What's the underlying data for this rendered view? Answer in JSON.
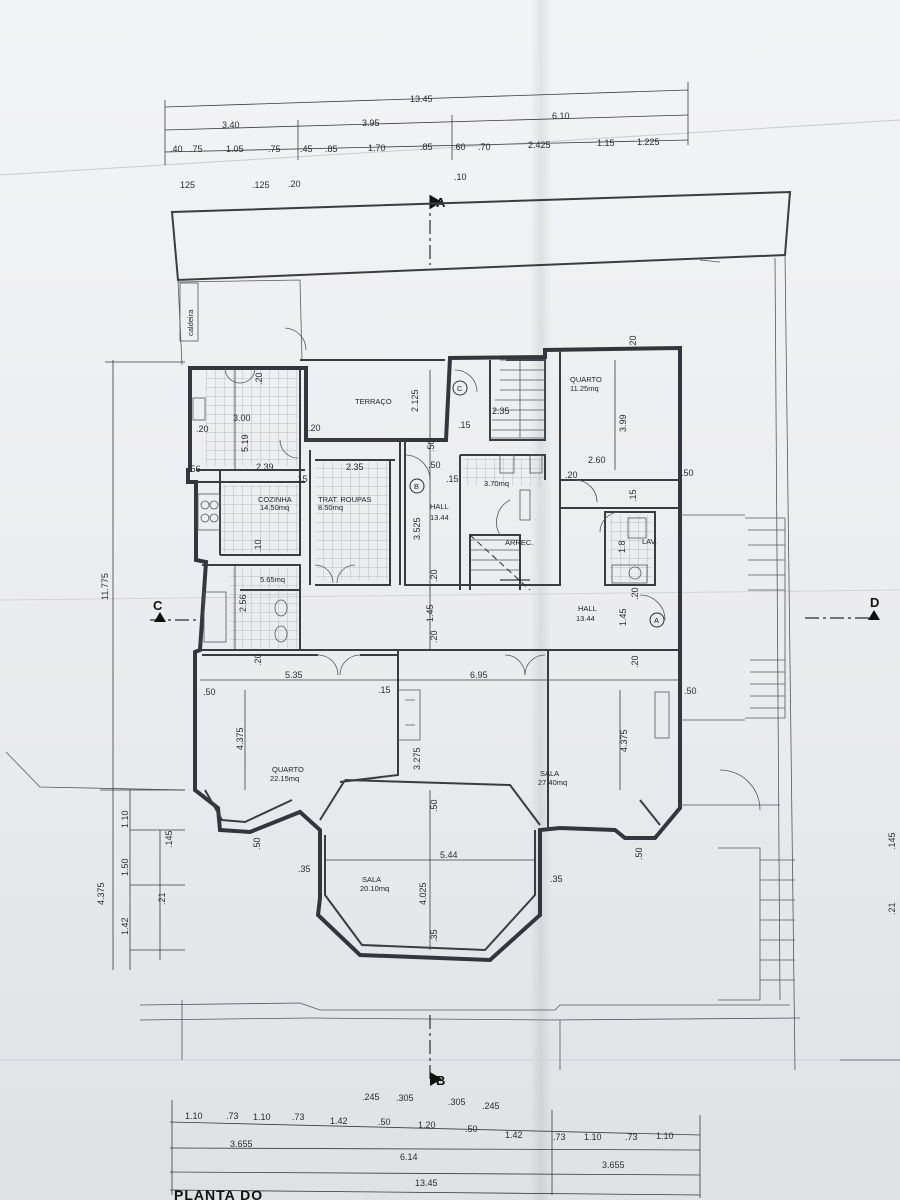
{
  "title": "PLANTA DO",
  "sections": {
    "a": "A",
    "b": "B",
    "c": "C",
    "d": "D"
  },
  "markers": {
    "a": "A",
    "b": "B",
    "c": "C"
  },
  "rooms": {
    "caldeira": "caldeira",
    "terraco": "TERRAÇO",
    "cozinha": "COZINHA",
    "cozinha_area": "14.50mq",
    "trat_roupas": "TRAT. ROUPAS",
    "trat_area": "8.50mq",
    "hall_b": "HALL",
    "hall_b_area": "13.44",
    "arrec": "ARREC.",
    "quarto_ne": "QUARTO",
    "quarto_ne_area": "11.25mq",
    "wc_ne_area": "3.70mq",
    "lav": "LAV.",
    "hall_a": "HALL",
    "hall_a_area": "13.44",
    "wc_w_area": "5.65mq",
    "quarto_sw": "QUARTO",
    "quarto_sw_area": "22.15mq",
    "sala_e": "SALA",
    "sala_e_area": "27.40mq",
    "sala_c": "SALA",
    "sala_c_area": "20.10mq"
  },
  "dims_top": {
    "total": "13.45",
    "a": "3.40",
    "b": "3.95",
    "c": "6.10",
    "row3": [
      ".40",
      ".75",
      "1.05",
      ".75",
      ".45",
      ".85",
      "1.70",
      ".85",
      ".60",
      ".70",
      "2.425",
      "1.15",
      "1.225"
    ],
    "row4": [
      "125",
      ".125",
      ".20",
      ".10"
    ]
  },
  "dims_bottom": {
    "row1": [
      ".245",
      ".305",
      ".305",
      ".245"
    ],
    "row2": [
      "1.10",
      ".73",
      "1.10",
      ".73",
      "1.42",
      ".50",
      "1.20",
      ".50",
      "1.42",
      ".73",
      "1.10",
      ".73",
      "1.10"
    ],
    "left": "3.655",
    "mid": "6.14",
    "right": "3.655",
    "total": "13.45"
  },
  "dims_left": {
    "total": "11.775",
    "bottom": "4.375",
    "small": [
      "1.10",
      "1.50",
      "1.42"
    ],
    "small2": [
      ".145",
      ".21"
    ]
  },
  "dims_right": {
    "a": ".145",
    "b": ".21"
  },
  "dims_interior": {
    "k1": "3.00",
    "k2": "5.19",
    "k3": "2.39",
    "k4": ".56",
    "k5": ".20",
    "k6": ".20",
    "t1": "2.125",
    "t2": ".20",
    "t3": "2.35",
    "t4": ".15",
    "t5": ".50",
    "t6": ".50",
    "h1": "3.525",
    "h2": ".20",
    "h3": "1.45",
    "h4": ".20",
    "h5": ".15",
    "s1": "2.35",
    "s2": ".15",
    "q1": "3.99",
    "q2": "2.60",
    "q3": ".20",
    "q4": ".50",
    "q5": ".20",
    "l1": ".15",
    "l2": "1.8",
    "ha1": "1.45",
    "ha2": ".20",
    "ha3": ".20",
    "w1": "2.56",
    "w2": ".10",
    "w3": ".20",
    "r1": "5.35",
    "r2": "6.95",
    "r3": ".15",
    "r4": ".50",
    "r5": ".50",
    "qs1": "4.375",
    "qs2": "3.275",
    "qs3": "4.375",
    "sc1": "5.44",
    "sc2": "4.025",
    "sc3": ".35",
    "sc4": ".35",
    "sc5": ".50",
    "sc6": ".50",
    "sc7": ".50",
    "sc8": ".35"
  }
}
